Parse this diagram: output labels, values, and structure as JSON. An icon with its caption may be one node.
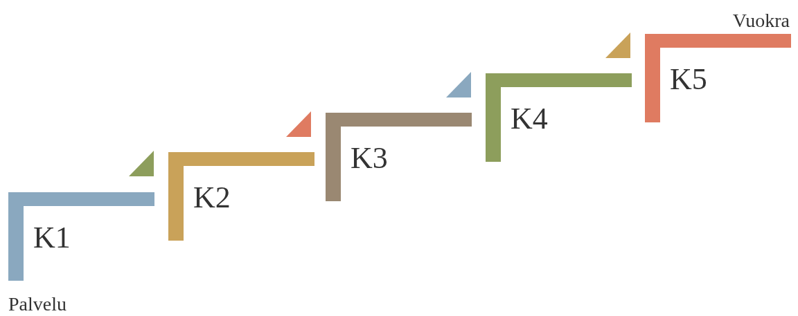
{
  "diagram": {
    "nodes": [
      {
        "text": [
          "K1"
        ]
      },
      {
        "text": [
          "K2"
        ]
      },
      {
        "text": [
          "K3"
        ]
      },
      {
        "text": [
          "K4"
        ]
      },
      {
        "text": [
          "K5"
        ]
      }
    ],
    "labels": [
      "Vuokra",
      "Palvelu"
    ]
  }
}
